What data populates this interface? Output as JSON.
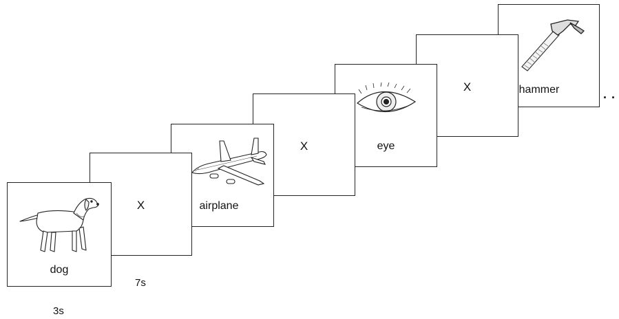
{
  "cards": [
    {
      "kind": "image",
      "label": "dog",
      "icon": "dog-drawing"
    },
    {
      "kind": "fixation",
      "label": "X"
    },
    {
      "kind": "image",
      "label": "airplane",
      "icon": "airplane-drawing"
    },
    {
      "kind": "fixation",
      "label": "X"
    },
    {
      "kind": "image",
      "label": "eye",
      "icon": "eye-drawing"
    },
    {
      "kind": "fixation",
      "label": "X"
    },
    {
      "kind": "image",
      "label": "hammer",
      "icon": "hammer-drawing"
    }
  ],
  "timings": {
    "stimulus": "3s",
    "fixation": "7s"
  },
  "continuation": ". ."
}
